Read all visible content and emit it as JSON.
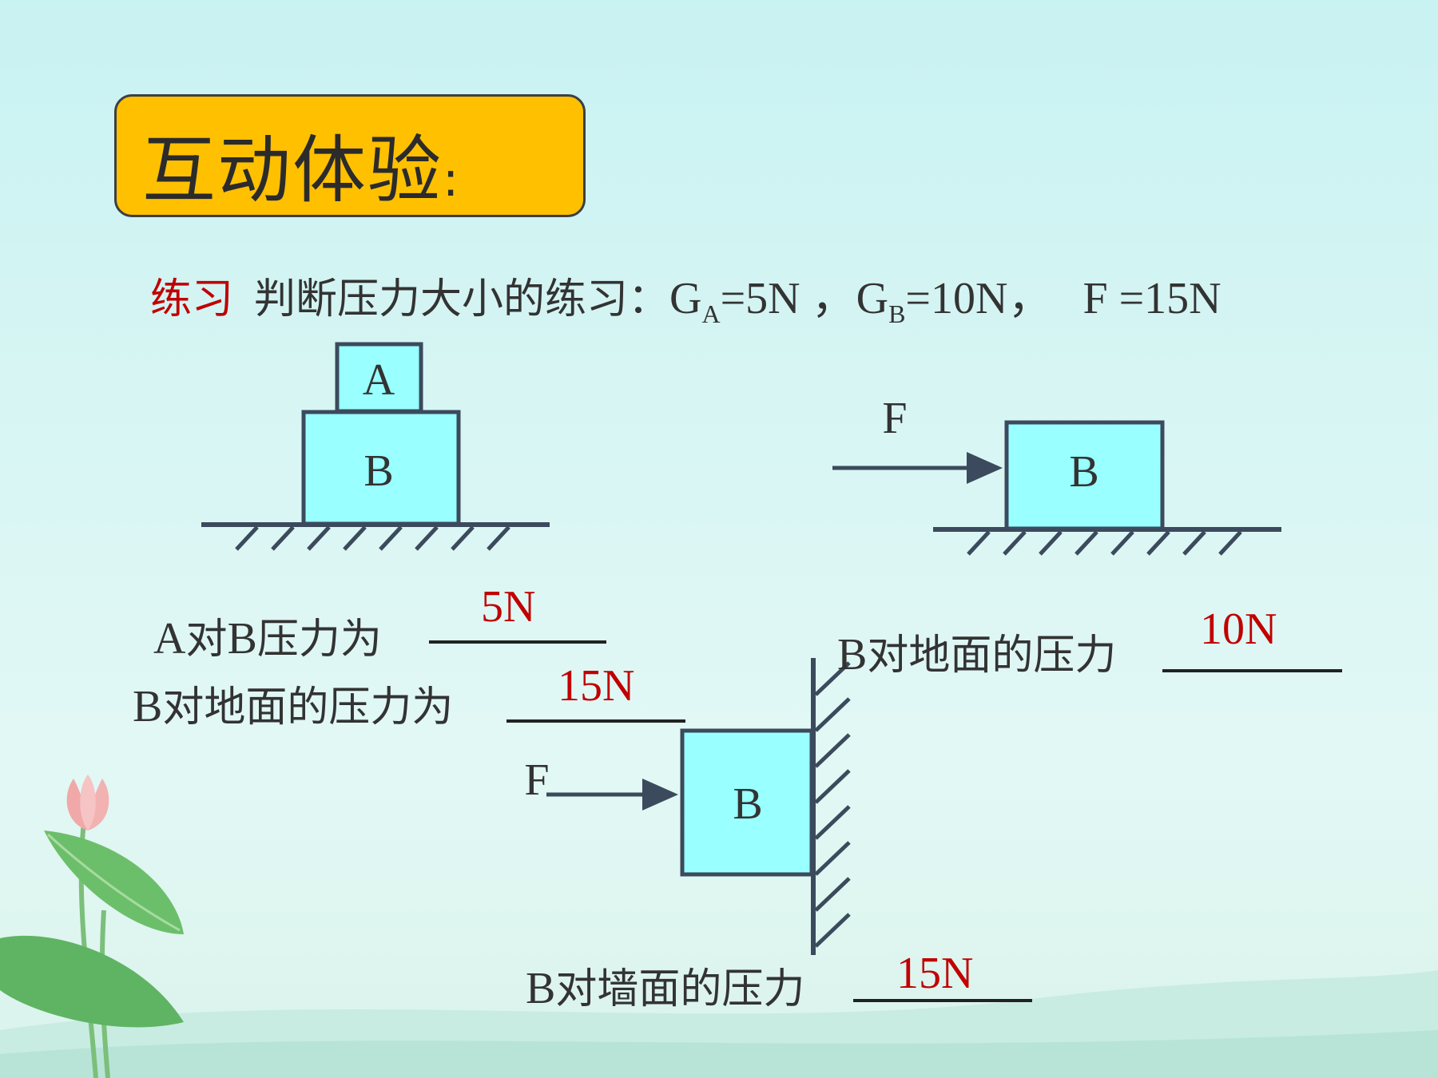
{
  "slide": {
    "title": "互动体验",
    "title_colon": ":",
    "prompt": {
      "tag": "练习",
      "text": "判断压力大小的练习：",
      "ga_base": "G",
      "ga_sub": "A",
      "ga_rest": "=5N ，",
      "gb_base": "G",
      "gb_sub": "B",
      "gb_rest": "=10N，",
      "f_text": "F =15N"
    },
    "colors": {
      "block_fill": "#99ffff",
      "block_stroke": "#3b4a5c",
      "answer": "#c00000",
      "title_bg": "#ffc000"
    }
  },
  "diagram1": {
    "block_top": "A",
    "block_bottom": "B",
    "q1_prefix": "A",
    "q1_text": "对",
    "q1_b": "B",
    "q1_suffix": "压力为",
    "q1_answer": "5N",
    "q2_prefix": "B",
    "q2_text": "对地面的压力为",
    "q2_answer": "15N"
  },
  "diagram2": {
    "force_label": "F",
    "block": "B",
    "q_prefix": "B",
    "q_text": "对地面的压力",
    "q_answer": "10N"
  },
  "diagram3": {
    "force_label": "F",
    "block": "B",
    "q_prefix": "B",
    "q_text": "对墙面的压力",
    "q_answer": "15N"
  }
}
